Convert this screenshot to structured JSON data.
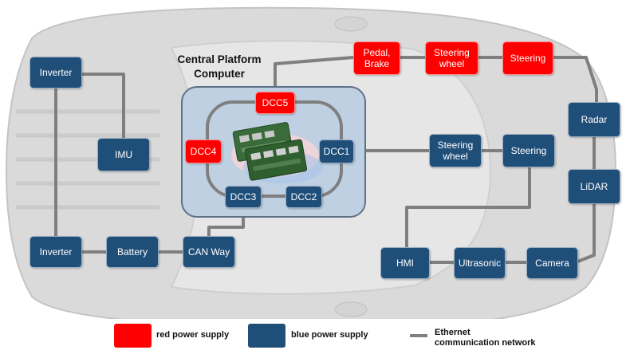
{
  "colors": {
    "red": "#ff0000",
    "blue": "#1f4e79",
    "network": "#7f7f7f",
    "car": "#d9d9d9"
  },
  "platform_title": "Central Platform\nComputer",
  "nodes": {
    "inverter_top": "Inverter",
    "imu": "IMU",
    "inverter_bottom": "Inverter",
    "battery": "Battery",
    "can_way": "CAN Way",
    "dcc5": "DCC5",
    "dcc4": "DCC4",
    "dcc1": "DCC1",
    "dcc3": "DCC3",
    "dcc2": "DCC2",
    "pedal_brake": "Pedal,\nBrake",
    "steering_wheel_red": "Steering\nwheel",
    "steering_red": "Steering",
    "radar": "Radar",
    "lidar": "LiDAR",
    "steering_wheel_blue": "Steering\nwheel",
    "steering_blue": "Steering",
    "hmi": "HMI",
    "ultrasonic": "Ultrasonic",
    "camera": "Camera"
  },
  "legend": {
    "red": "red power supply",
    "blue": "blue power supply",
    "network": "Ethernet\ncommunication network"
  }
}
